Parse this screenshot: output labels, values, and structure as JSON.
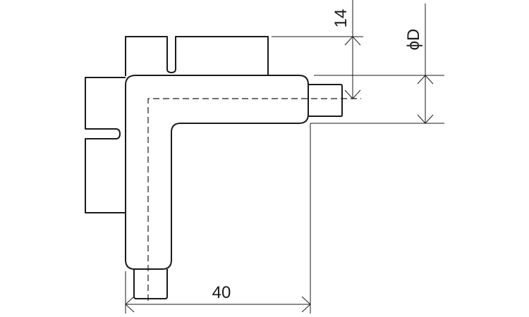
{
  "dimensions": {
    "height_offset": "14",
    "diameter": "ϕD",
    "length": "40"
  },
  "colors": {
    "line": "#1a1a1a",
    "background": "#ffffff"
  }
}
